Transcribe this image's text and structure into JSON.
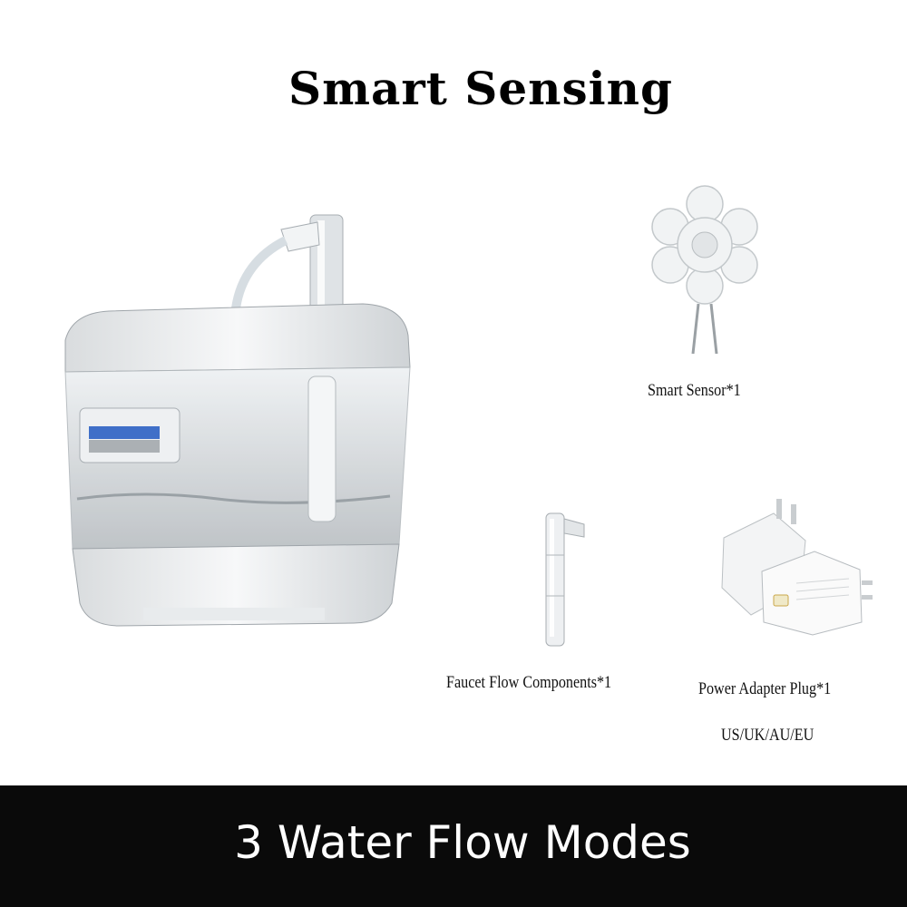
{
  "title": "Smart Sensing",
  "items": {
    "sensor": {
      "label": "Smart Sensor*1"
    },
    "faucet": {
      "label": "Faucet Flow Components*1"
    },
    "adapter": {
      "label": "Power Adapter Plug*1",
      "sublabel": "US/UK/AU/EU"
    }
  },
  "footer": {
    "text": "3 Water Flow Modes"
  }
}
